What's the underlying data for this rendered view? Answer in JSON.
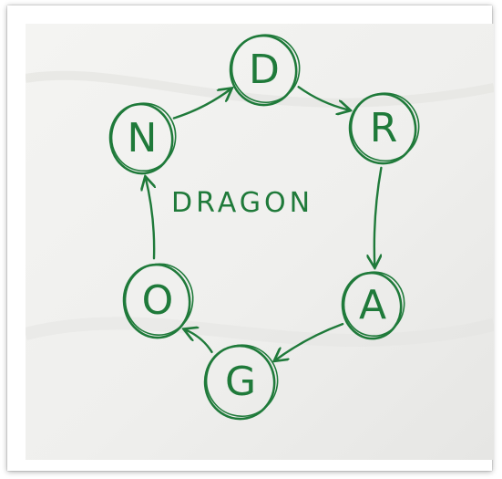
{
  "photo": {
    "center_word": "DRAGON",
    "nodes": [
      {
        "id": "D",
        "label": "D"
      },
      {
        "id": "R",
        "label": "R"
      },
      {
        "id": "A",
        "label": "A"
      },
      {
        "id": "G",
        "label": "G"
      },
      {
        "id": "O",
        "label": "O"
      },
      {
        "id": "N",
        "label": "N"
      }
    ],
    "edges": [
      {
        "from": "D",
        "to": "R"
      },
      {
        "from": "R",
        "to": "A"
      },
      {
        "from": "A",
        "to": "G"
      },
      {
        "from": "G",
        "to": "O"
      },
      {
        "from": "O",
        "to": "N"
      },
      {
        "from": "N",
        "to": "D"
      }
    ],
    "ink_color": "#1f7a3a",
    "paper_color": "#f1f1ef"
  }
}
